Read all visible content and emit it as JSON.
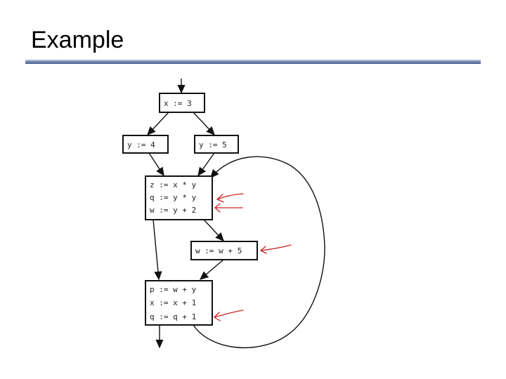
{
  "slide": {
    "title": "Example"
  },
  "blocks": {
    "entry": [
      "x := 3"
    ],
    "left": [
      "y := 4"
    ],
    "right": [
      "y := 5"
    ],
    "middle": [
      "z := x * y",
      "q := y * y",
      "w := y + 2"
    ],
    "side": [
      "w := w + 5"
    ],
    "bottom": [
      "p := w + y",
      "x := x + 1",
      "q := q + 1"
    ]
  },
  "colors": {
    "annotation": "#cc2222",
    "title_rule": "#3d5488",
    "edges": "#111111"
  }
}
